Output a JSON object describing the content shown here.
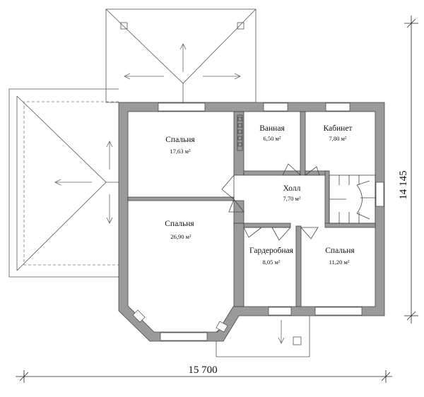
{
  "rooms": [
    {
      "name": "Спальня",
      "area": "17,63 м²"
    },
    {
      "name": "Ванная",
      "area": "6,50 м²"
    },
    {
      "name": "Кабинет",
      "area": "7,80 м²"
    },
    {
      "name": "Холл",
      "area": "7,70 м²"
    },
    {
      "name": "Спальня",
      "area": "26,90 м²"
    },
    {
      "name": "Гардеробная",
      "area": "8,05 м²"
    },
    {
      "name": "Спальня",
      "area": "11,20 м²"
    }
  ],
  "dimensions": {
    "width": "15 700",
    "height": "14 145"
  }
}
